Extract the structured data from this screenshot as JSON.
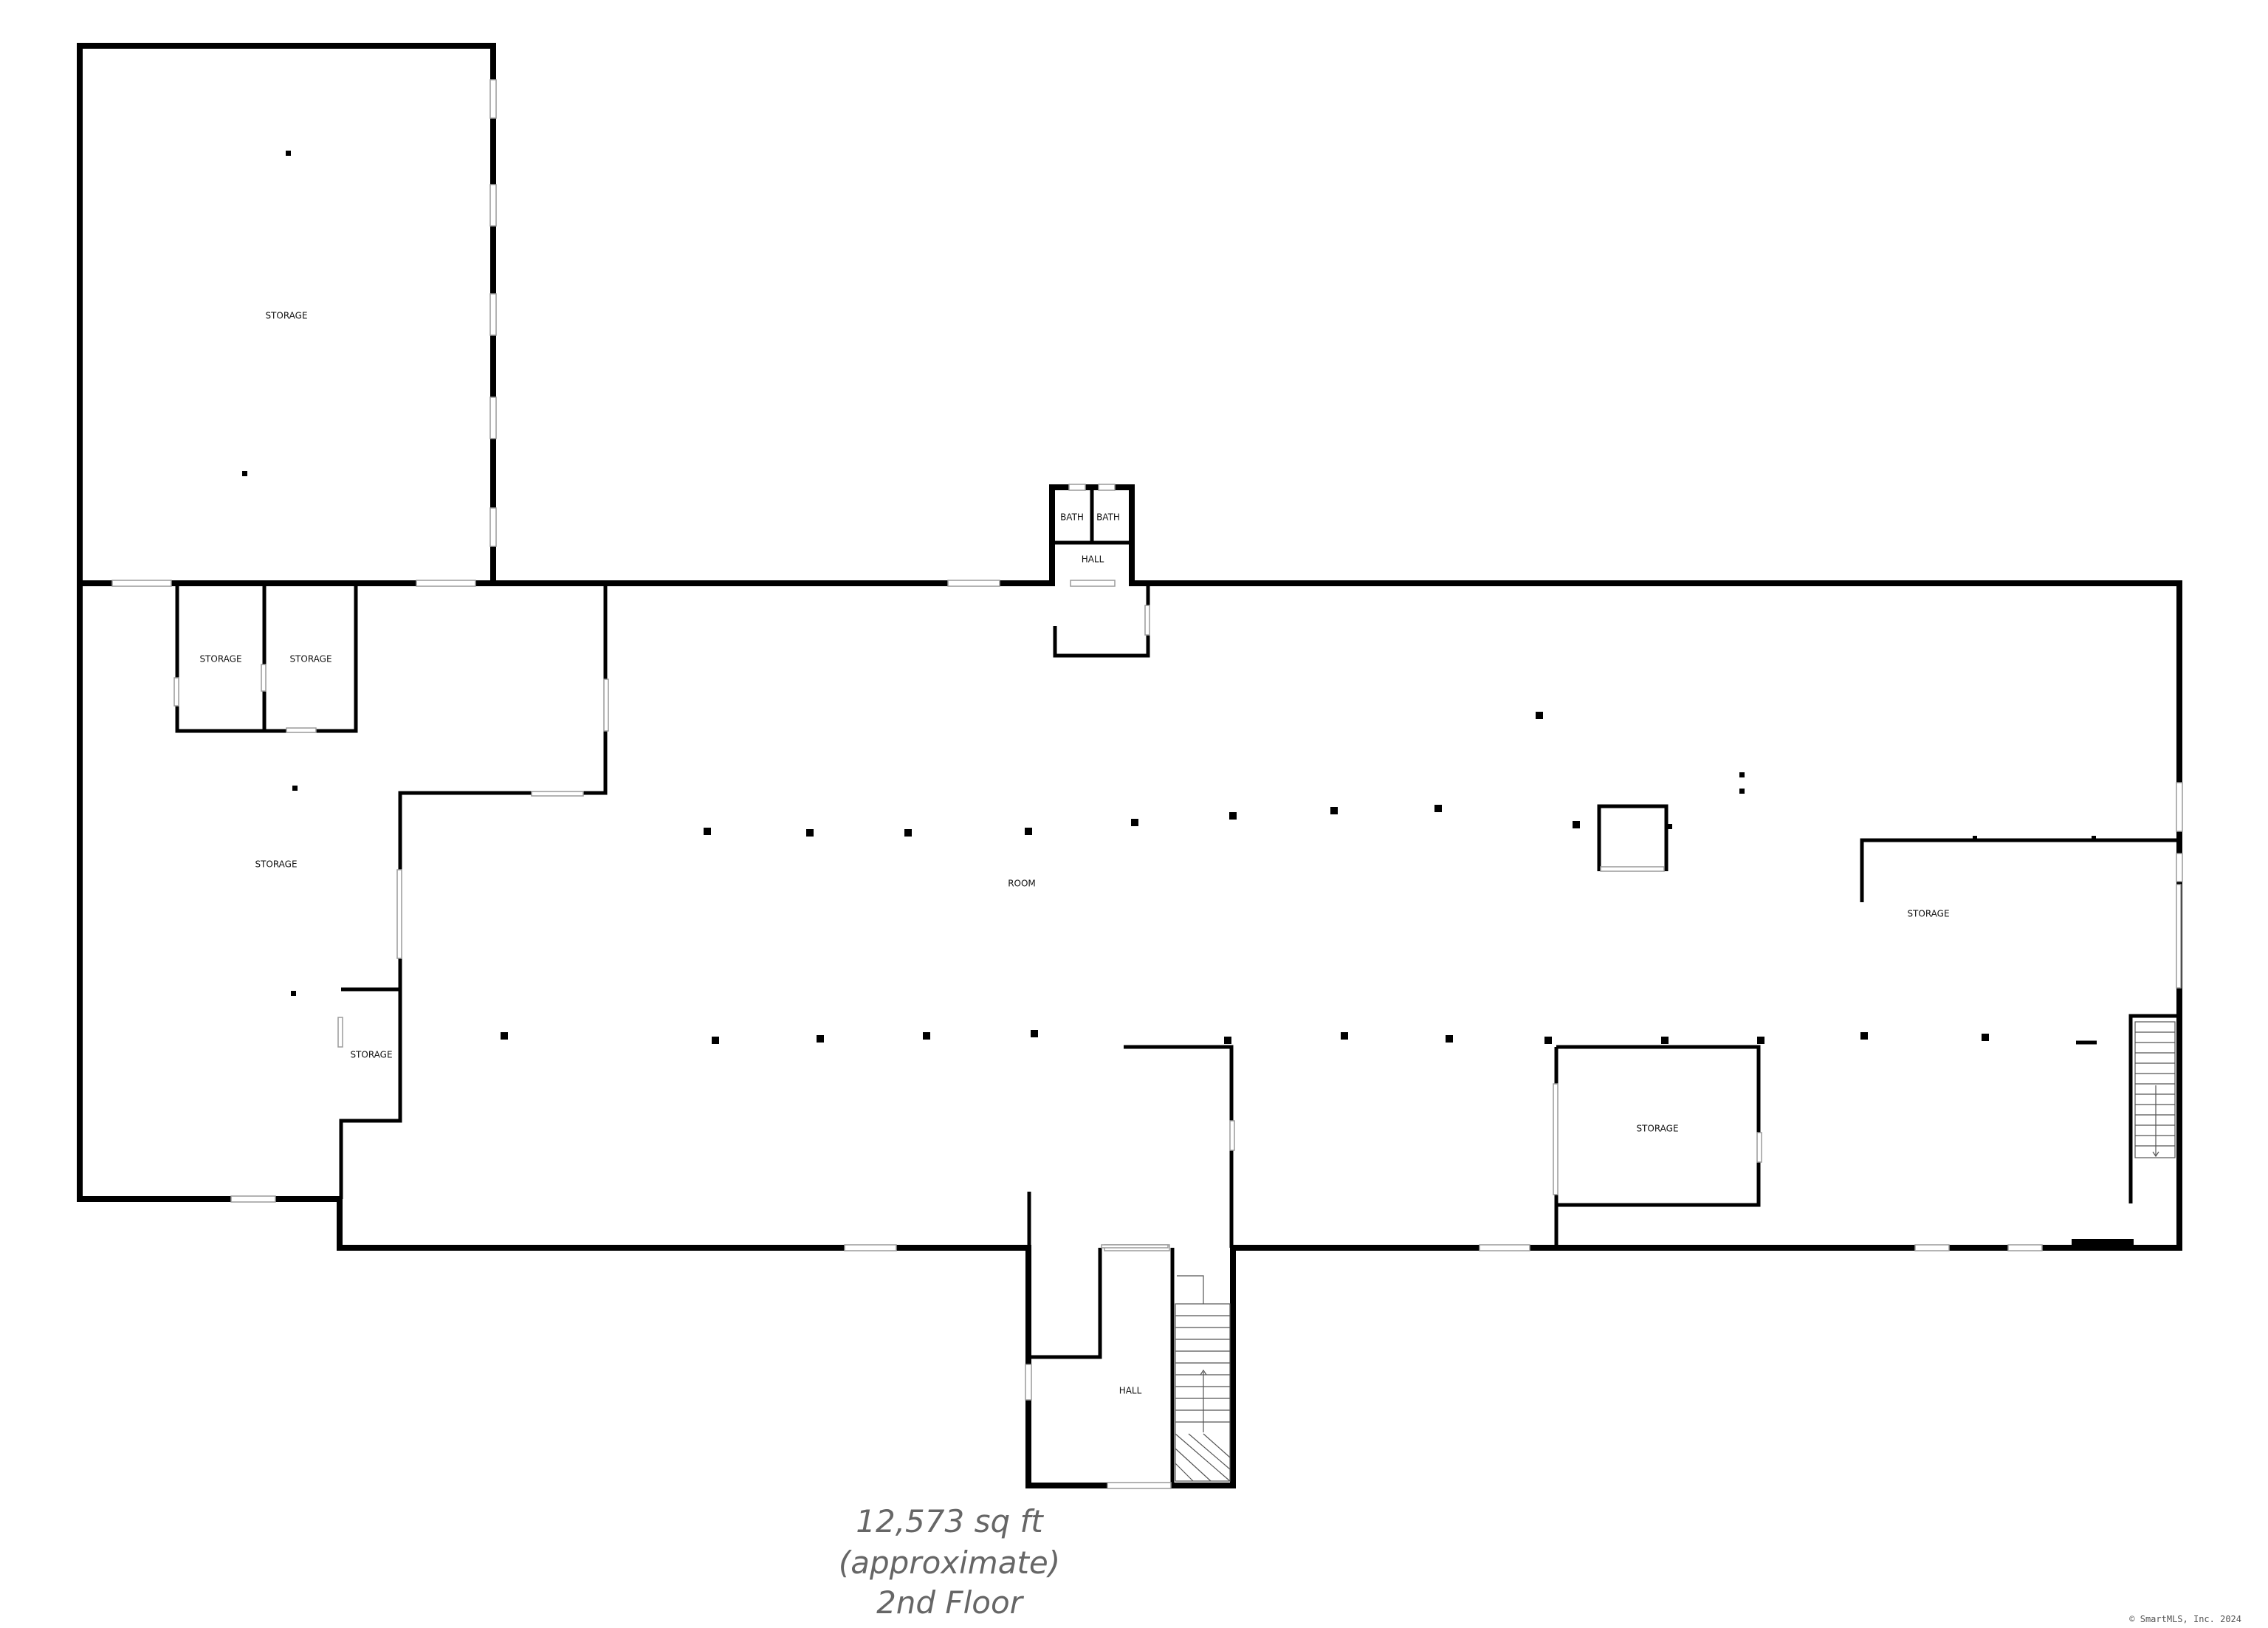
{
  "plan": {
    "rooms": [
      {
        "id": "storage-northwest",
        "label": "STORAGE"
      },
      {
        "id": "storage-small-a",
        "label": "STORAGE"
      },
      {
        "id": "storage-small-b",
        "label": "STORAGE"
      },
      {
        "id": "storage-west",
        "label": "STORAGE"
      },
      {
        "id": "storage-closet",
        "label": "STORAGE"
      },
      {
        "id": "bath-a",
        "label": "BATH"
      },
      {
        "id": "bath-b",
        "label": "BATH"
      },
      {
        "id": "hall-north",
        "label": "HALL"
      },
      {
        "id": "room-main",
        "label": "ROOM"
      },
      {
        "id": "storage-east",
        "label": "STORAGE"
      },
      {
        "id": "storage-center",
        "label": "STORAGE"
      },
      {
        "id": "hall-south",
        "label": "HALL"
      }
    ]
  },
  "caption": {
    "area": "12,573 sq ft",
    "note": "(approximate)",
    "floor": "2nd Floor"
  },
  "copyright": "© SmartMLS, Inc. 2024"
}
